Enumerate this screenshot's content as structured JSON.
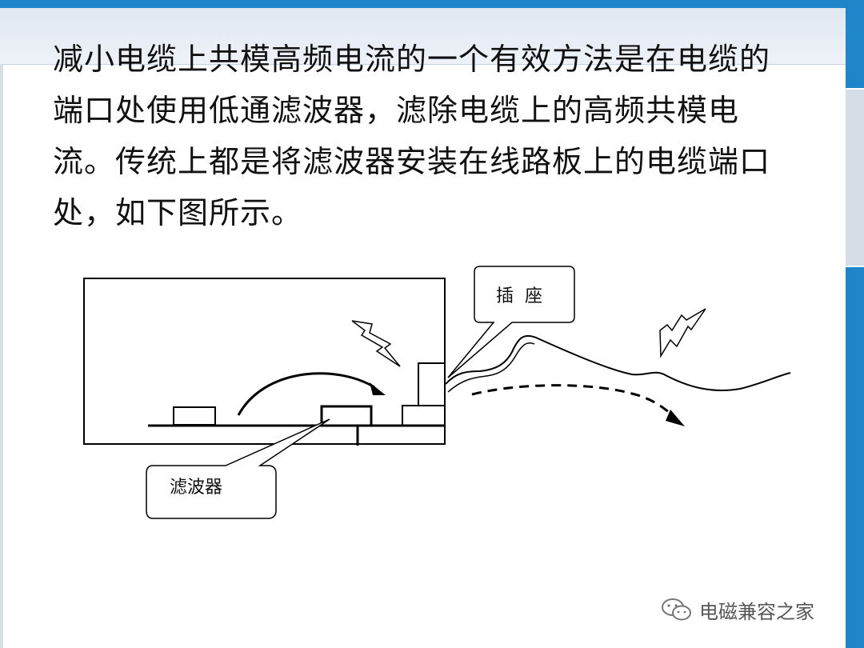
{
  "slide": {
    "paragraph": "减小电缆上共模高频电流的一个有效方法是在电缆的端口处使用低通滤波器，滤除电缆上的高频共模电流。传统上都是将滤波器安装在线路板上的电缆端口处，如下图所示。"
  },
  "diagram": {
    "socket_label": "插  座",
    "filter_label": "滤波器"
  },
  "watermark": {
    "text": "电磁兼容之家",
    "icon": "wechat-icon"
  }
}
